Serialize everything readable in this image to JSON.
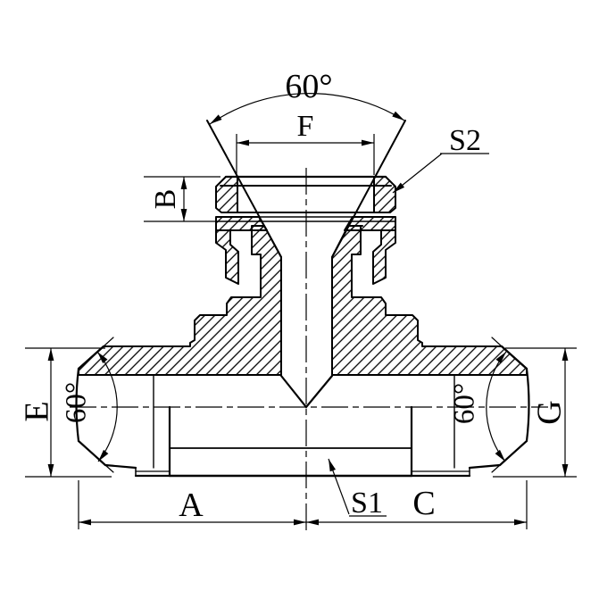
{
  "drawing": {
    "type": "technical-section-drawing",
    "subject": "tee-fitting-cross-section",
    "colors": {
      "line": "#000000",
      "background": "#ffffff"
    },
    "labels": {
      "top_angle": "60°",
      "thread_span": "F",
      "nut_wrench": "S2",
      "nut_height": "B",
      "left_od": "E",
      "left_cone_angle": "60°",
      "right_cone_angle": "60°",
      "right_od": "G",
      "left_length": "A",
      "body_wrench": "S1",
      "right_length": "C"
    }
  }
}
